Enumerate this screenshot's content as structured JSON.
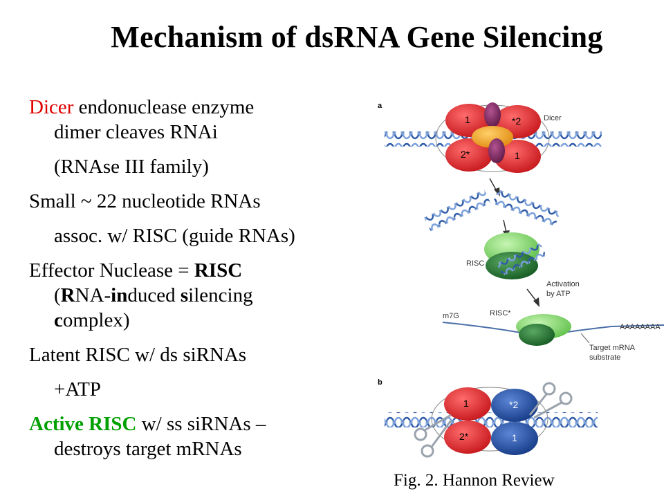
{
  "slide": {
    "title": "Mechanism of dsRNA Gene Silencing",
    "caption": "Fig. 2. Hannon Review"
  },
  "bullets": {
    "l1_red": "Dicer",
    "l1_rest": " endonuclease enzyme",
    "l2": "dimer cleaves RNAi",
    "l3": "(RNAse III family)",
    "l4": "Small ~ 22 nucleotide RNAs",
    "l5": "assoc. w/ RISC (guide RNAs)",
    "l6_a": "Effector Nuclease = ",
    "l6_b": "RISC",
    "l7_p1": "(",
    "l7_b1": "R",
    "l7_p2": "NA-",
    "l7_b2": "in",
    "l7_p3": "duced ",
    "l7_b3": "s",
    "l7_p4": "ilencing",
    "l8_b": "c",
    "l8_rest": "omplex)",
    "l9": "Latent RISC w/ ds siRNAs",
    "l10": "+ATP",
    "l11_green": "Active RISC",
    "l11_rest": " w/ ss siRNAs –",
    "l12": "destroys target mRNAs"
  },
  "figure": {
    "panel_a": "a",
    "panel_b": "b",
    "dicer": "Dicer",
    "sub1": "1",
    "sub2": "*2",
    "sub3": "2*",
    "sub4": "1",
    "risc": "RISC",
    "risc_active": "RISC*",
    "activation_1": "Activation",
    "activation_2": "by ATP",
    "cap": "m7G",
    "polyA": "AAAAAAAA",
    "target_1": "Target mRNA",
    "target_2": "substrate",
    "b_sub1": "1",
    "b_sub2": "*2",
    "b_sub3": "2*",
    "b_sub4": "1"
  },
  "colors": {
    "dicer_red": "#e00000",
    "risc_green": "#00a000",
    "dna_blue": "#5a7fc0",
    "subunit_red": "#e8262b",
    "subunit_blue": "#1f4fa8",
    "subunit_orange": "#f3a11c",
    "subunit_purple": "#8a2a6e",
    "risc_light_green": "#7ed36b",
    "risc_dark_green": "#1f7a2e"
  }
}
